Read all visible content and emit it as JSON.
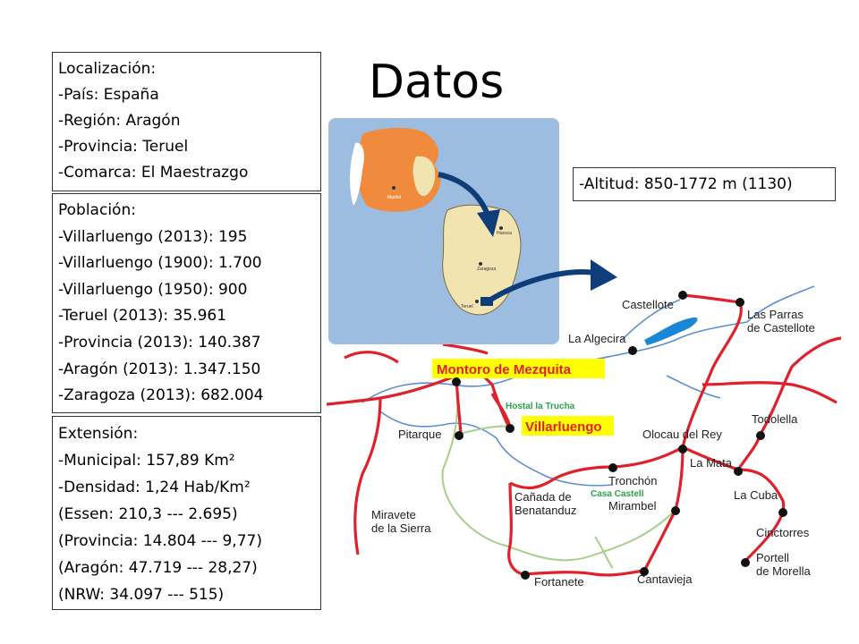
{
  "title": "Datos",
  "location": {
    "heading": "Localización:",
    "lines": [
      "-País: España",
      "-Región: Aragón",
      "-Provincia: Teruel",
      "-Comarca: El Maestrazgo"
    ]
  },
  "population": {
    "heading": "Población:",
    "lines": [
      "-Villarluengo (2013): 195",
      "-Villarluengo (1900): 1.700",
      "-Villarluengo (1950): 900",
      "-Teruel (2013): 35.961",
      "-Provincia (2013): 140.387",
      "-Aragón (2013): 1.347.150",
      "-Zaragoza (2013): 682.004"
    ]
  },
  "extension": {
    "heading": "Extensión:",
    "lines": [
      "-Municipal: 157,89 Km²",
      "-Densidad: 1,24 Hab/Km²",
      "(Essen: 210,3 --- 2.695)",
      "(Provincia: 14.804 --- 9,77)",
      "(Aragón: 47.719 --- 28,27)",
      "(NRW: 34.097 --- 515)"
    ]
  },
  "altitude": "-Altitud: 850-1772 m (1130)",
  "inset_map": {
    "labels": [
      "Madrid",
      "Huesca",
      "Zaragoza",
      "Teruel"
    ],
    "colors": {
      "water": "#9dbde0",
      "spain": "#f08a3c",
      "aragon": "#f2e4b0",
      "portugal": "#ffffff"
    }
  },
  "road_map": {
    "towns": [
      "Castellote",
      "Las Parras\nde Castellote",
      "La Algecira",
      "Montoro de Mezquita",
      "Hostal la Trucha",
      "Villarluengo",
      "Pitarque",
      "Olocau del Rey",
      "Todolella",
      "La Mata",
      "Tronchón",
      "Cañada de\nBenatanduz",
      "Casa Castell",
      "Mirambel",
      "La Cuba",
      "Miravete\nde la Sierra",
      "Cinctorres",
      "Portell\nde Morella",
      "Fortanete",
      "Cantavieja"
    ],
    "colors": {
      "road": "#e0202a",
      "river": "#5b8fd0",
      "track": "#a8cf8a",
      "label_bg": "#ffff00",
      "label_text": "#e0202a",
      "arrow": "#0e3d7a"
    }
  }
}
